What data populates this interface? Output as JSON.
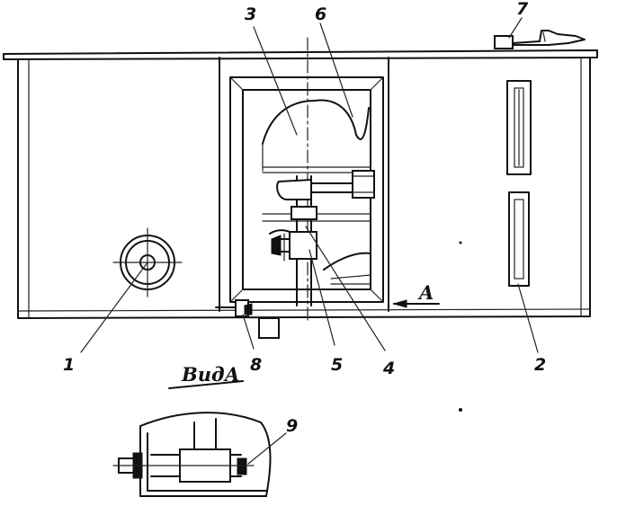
{
  "callouts": [
    "1",
    "2",
    "3",
    "4",
    "5",
    "6",
    "7",
    "8",
    "9"
  ],
  "view_arrow_label": "A",
  "view_title": "ВидА"
}
